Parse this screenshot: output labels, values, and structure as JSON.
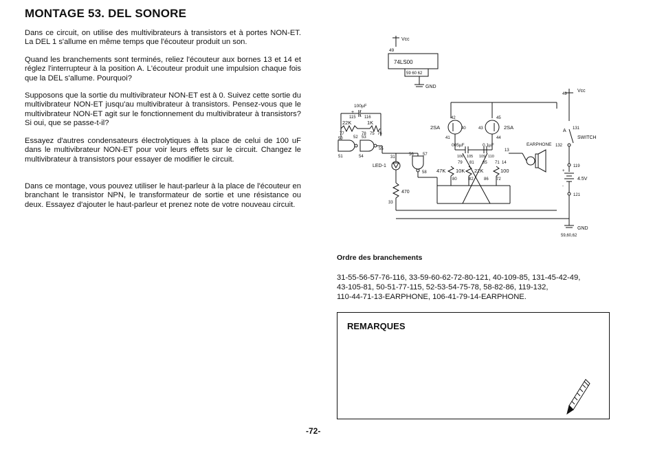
{
  "page": {
    "title": "MONTAGE 53. DEL SONORE",
    "paragraphs": [
      "Dans ce circuit, on utilise des multivibrateurs à transistors et à portes NON-ET. La DEL 1 s'allume en même temps que l'écouteur produit un son.",
      "Quand les branchements sont terminés, reliez l'écouteur aux bornes 13 et 14 et réglez l'interrupteur à la position A. L'écouteur produit une impulsion chaque fois que la DEL s'allume. Pourquoi?",
      "Supposons que la sortie du multivibrateur NON-ET est à 0. Suivez cette sortie du multivibrateur NON-ET jusqu'au multivibrateur à transistors. Pensez-vous que le multivibrateur NON-ET agit sur le fonctionnement du multivibrateur à transistors? Si oui, que se passe-t-il?",
      "Essayez d'autres condensateurs électrolytiques à la place de celui de 100 uF dans le multivibrateur NON-ET pour voir leurs effets sur le circuit. Changez le multivibrateur à transistors pour essayer de modifier le circuit.",
      "Dans ce montage, vous pouvez utiliser le haut-parleur à la place de l'écouteur en branchant le transistor NPN, le transformateur de sortie et une résistance ou deux. Essayez d'ajouter le haut-parleur et prenez note de votre nouveau circuit."
    ],
    "page_number": "-72-"
  },
  "circuit": {
    "ic_vcc": "Vcc",
    "ic_terminal_top": "49",
    "ic_name": "74LS00",
    "ic_pins": "59 60 62",
    "ic_gnd": "GND",
    "cap_100": "100µF",
    "t115": "115",
    "t116": "116",
    "r22k": "22K",
    "r1k": "1K",
    "t77": "77",
    "t78": "78",
    "t75": "75",
    "t76": "76",
    "t50": "50",
    "t52": "52",
    "t53": "53",
    "t51": "51",
    "t54": "54",
    "t55": "55",
    "t31": "31",
    "led": "LED-1",
    "t56": "56",
    "t57": "57",
    "t58": "58",
    "r470": "470",
    "t33": "33",
    "q1_type": "2SA",
    "q2_type": "2SA",
    "t42": "42",
    "t40": "40",
    "t41": "41",
    "t43": "43",
    "t45": "45",
    "t44": "44",
    "cap_005": "005µF",
    "cap_01": "0.1µF",
    "t106": "106",
    "t105": "105",
    "t109": "109",
    "t110": "110",
    "t79": "79",
    "t81": "81",
    "t85": "85",
    "t71": "71",
    "t14": "14",
    "t13": "13",
    "r47k": "47K",
    "r10k": "10K",
    "r22k_b": "22K",
    "r100": "100",
    "t80": "80",
    "t82": "82",
    "t86": "86",
    "t72": "72",
    "earphone": "EARPHONE",
    "t132": "132",
    "t131": "131",
    "switch": "SWITCH",
    "pos_a": "A",
    "vcc_right": "Vcc",
    "t49_right": "49",
    "t119": "119",
    "battery": "4.5V",
    "t121": "121",
    "gnd": "GND",
    "gnd_terms": "59,60,62",
    "plus": "+",
    "minus": "-"
  },
  "connections": {
    "heading": "Ordre des branchements",
    "lines": [
      "31-55-56-57-76-116, 33-59-60-62-72-80-121, 40-109-85, 131-45-42-49,",
      "43-105-81, 50-51-77-115, 52-53-54-75-78, 58-82-86, 119-132,",
      "110-44-71-13-EARPHONE, 106-41-79-14-EARPHONE."
    ]
  },
  "remarks": {
    "title": "REMARQUES"
  }
}
